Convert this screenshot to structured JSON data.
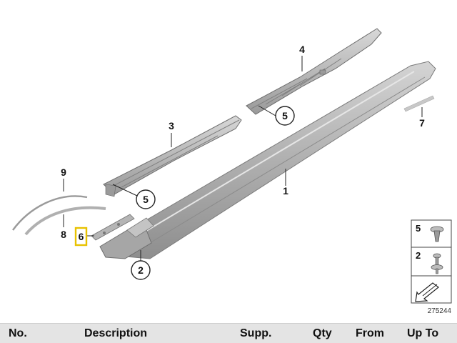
{
  "diagram": {
    "figure_id": "275244",
    "callouts": {
      "c1": "1",
      "c2": "2",
      "c3": "3",
      "c4": "4",
      "c5a": "5",
      "c5b": "5",
      "c6": "6",
      "c7": "7",
      "c8": "8",
      "c9": "9"
    },
    "legend": {
      "item_top": "5",
      "item_mid": "2"
    },
    "highlight_color": "#e8c200",
    "part_color": "#b9b9b9"
  },
  "table_header": {
    "columns": [
      "No.",
      "Description",
      "Supp.",
      "Qty",
      "From",
      "Up To"
    ]
  }
}
